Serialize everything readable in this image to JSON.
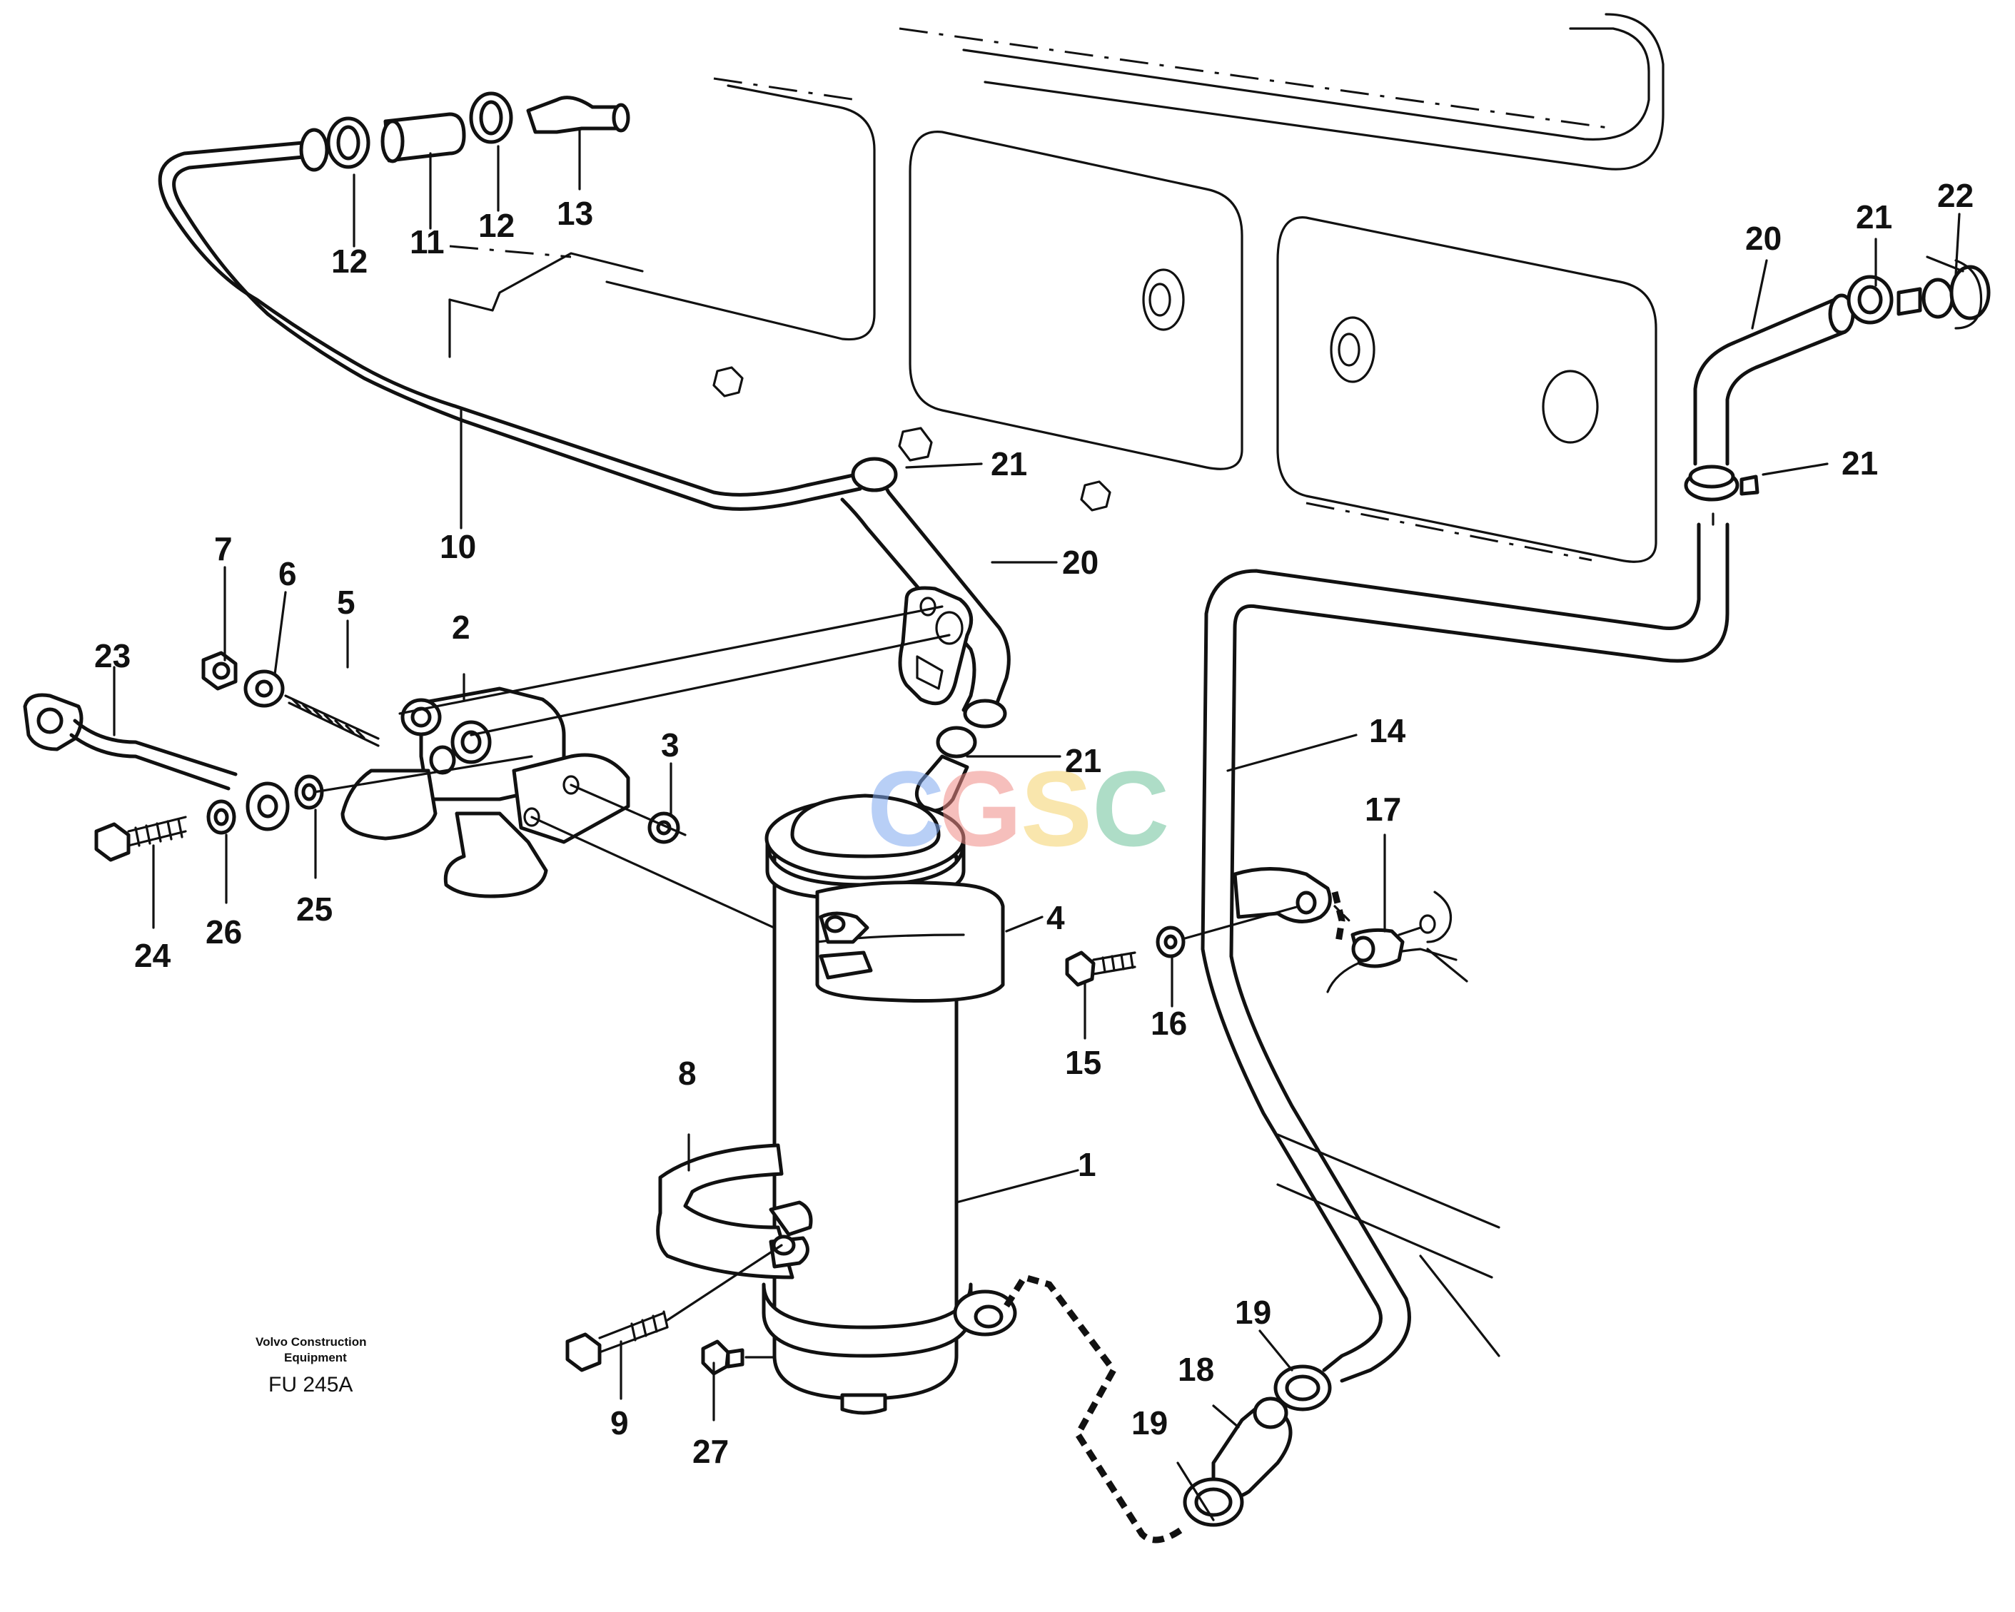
{
  "caption": {
    "company_line1": "Volvo Construction",
    "company_line2": "Equipment",
    "figure_code": "FU 245A"
  },
  "watermark": {
    "letters": [
      "C",
      "G",
      "S",
      "C"
    ],
    "colors": [
      "#7fa8f0",
      "#f08b86",
      "#f5d36b",
      "#6dc39a"
    ]
  },
  "callouts": {
    "c1": "1",
    "c2": "2",
    "c3": "3",
    "c4": "4",
    "c5": "5",
    "c6": "6",
    "c7": "7",
    "c8": "8",
    "c9": "9",
    "c10": "10",
    "c11": "11",
    "c12a": "12",
    "c12b": "12",
    "c13": "13",
    "c14": "14",
    "c15": "15",
    "c16": "16",
    "c17": "17",
    "c18": "18",
    "c19a": "19",
    "c19b": "19",
    "c20a": "20",
    "c20b": "20",
    "c21a": "21",
    "c21b": "21",
    "c21c": "21",
    "c21d": "21",
    "c22": "22",
    "c23": "23",
    "c24": "24",
    "c25": "25",
    "c26": "26",
    "c27": "27"
  }
}
